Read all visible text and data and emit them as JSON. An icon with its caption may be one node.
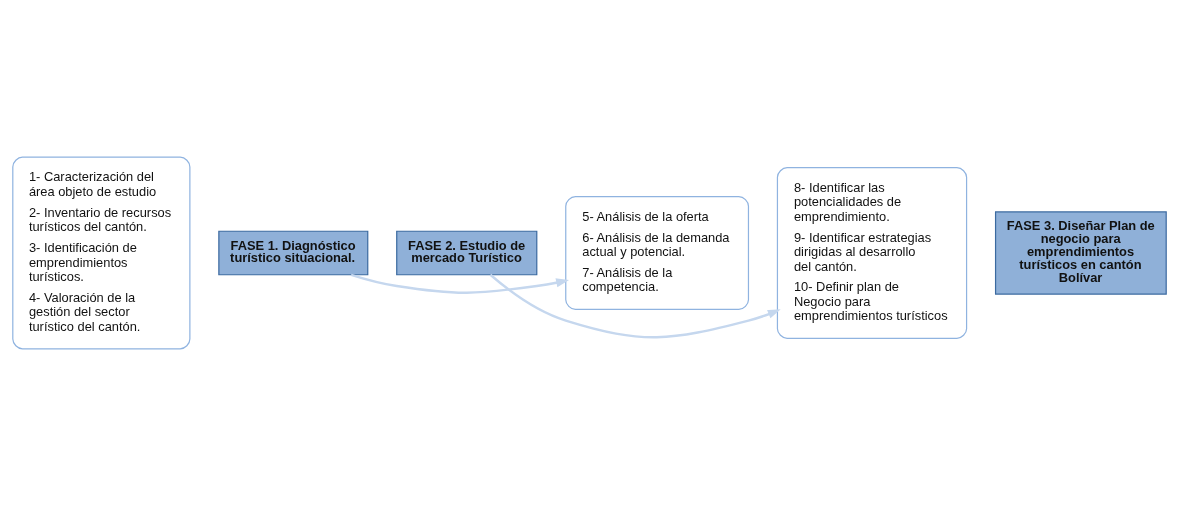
{
  "diagram": {
    "nodes": [
      {
        "text": [
          "1- Caracterización del área objeto de estudio",
          "2- Inventario de recursos turísticos del cantón.",
          "3- Identificación de emprendimientos turísticos.",
          "4- Valoración de la gestión del sector turístico del cantón."
        ]
      },
      {
        "text": [
          "FASE 1. Diagnóstico turístico situacional."
        ]
      },
      {
        "text": [
          "FASE 2. Estudio de mercado Turístico"
        ]
      },
      {
        "text": [
          "5- Análisis de la oferta",
          "6- Análisis de la demanda actual y potencial.",
          "7- Análisis de la competencia."
        ]
      },
      {
        "text": [
          "8- Identificar las potencialidades de emprendimiento.",
          "9- Identificar estrategias dirigidas al desarrollo del cantón.",
          "10- Definir plan de Negocio para emprendimientos turísticos"
        ]
      },
      {
        "text": [
          "FASE 3. Diseñar Plan de negocio para emprendimientos turísticos en cantón Bolívar"
        ]
      }
    ],
    "edges": [
      {
        "from": 1,
        "to": 3,
        "arrow": "to"
      },
      {
        "from": 2,
        "to": 4,
        "arrow": "to"
      }
    ]
  }
}
